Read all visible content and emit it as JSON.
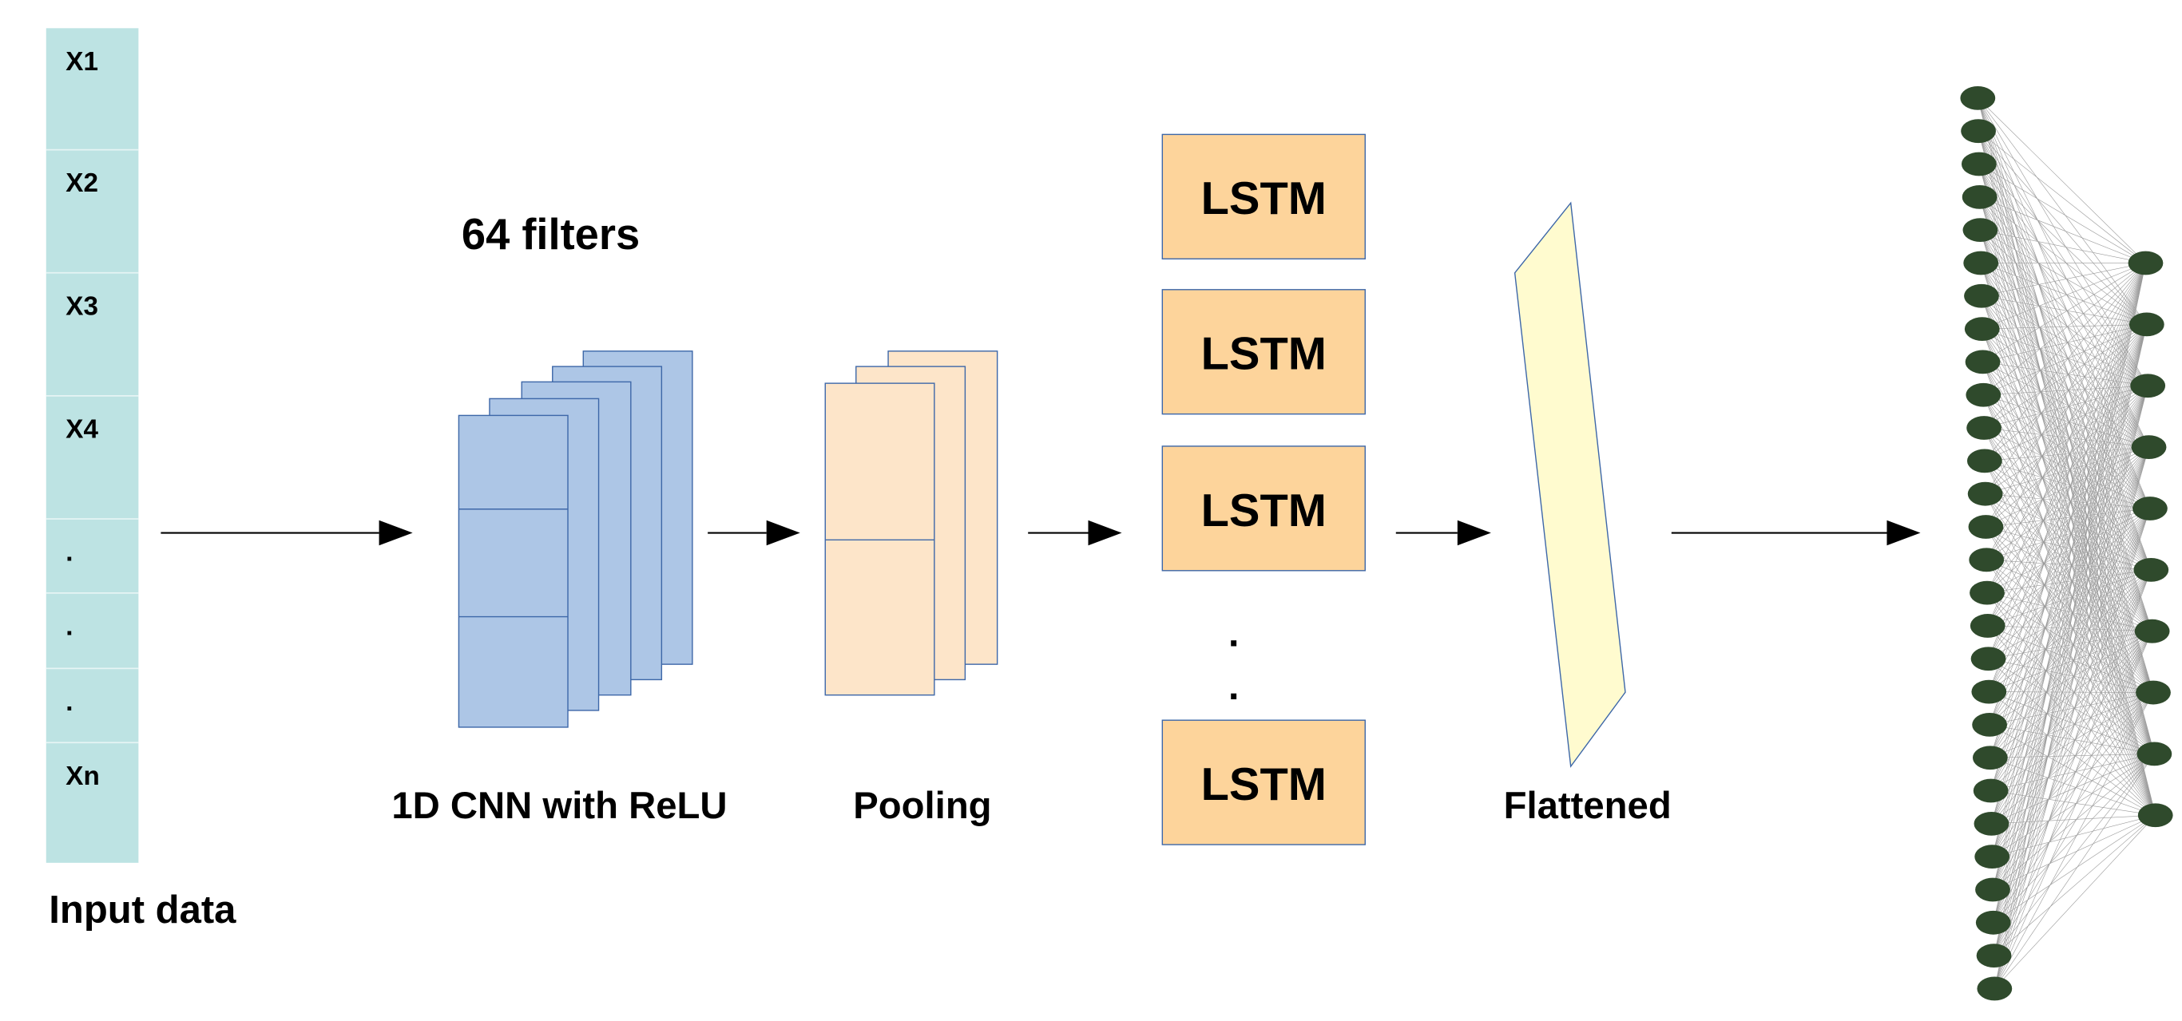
{
  "input": {
    "cells": [
      "X1",
      "X2",
      "X3",
      "X4",
      ".",
      ".",
      ".",
      "Xn"
    ],
    "label": "Input data",
    "color": "#bde3e3"
  },
  "cnn": {
    "title": "64 filters",
    "label": "1D CNN with ReLU",
    "color": "#adc6e6"
  },
  "pooling": {
    "label": "Pooling",
    "color": "#fde5c9"
  },
  "lstm": {
    "cells": [
      "LSTM",
      "LSTM",
      "LSTM",
      "LSTM"
    ],
    "ellipsis": [
      ".",
      "."
    ],
    "color": "#fdd49b"
  },
  "flattened": {
    "label": "Flattened",
    "color": "#fffbcf"
  },
  "dense": {
    "node_color": "#2f4a2c",
    "edge_color": "#9a9a9a"
  },
  "border_color": "#3d67a8"
}
